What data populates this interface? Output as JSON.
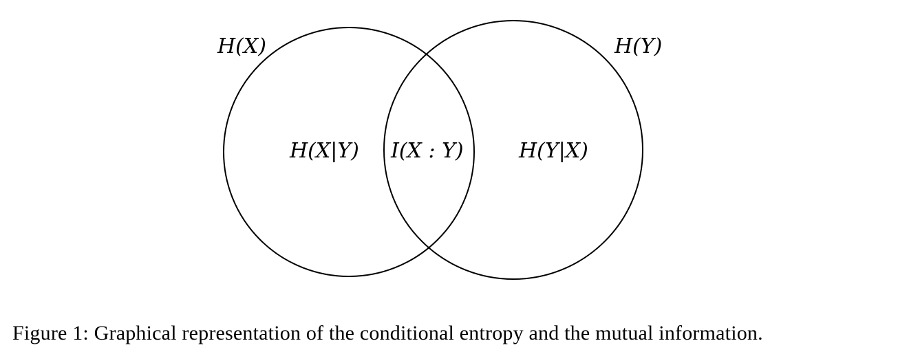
{
  "labels": {
    "hx": "H(X)",
    "hy": "H(Y)",
    "hx_given_y": "H(X|Y)",
    "mutual_info": "I(X : Y)",
    "hy_given_x": "H(Y|X)"
  },
  "caption": "Figure 1: Graphical representation of the conditional entropy and the mutual information.",
  "colors": {
    "stroke": "#000000",
    "background": "#ffffff"
  }
}
